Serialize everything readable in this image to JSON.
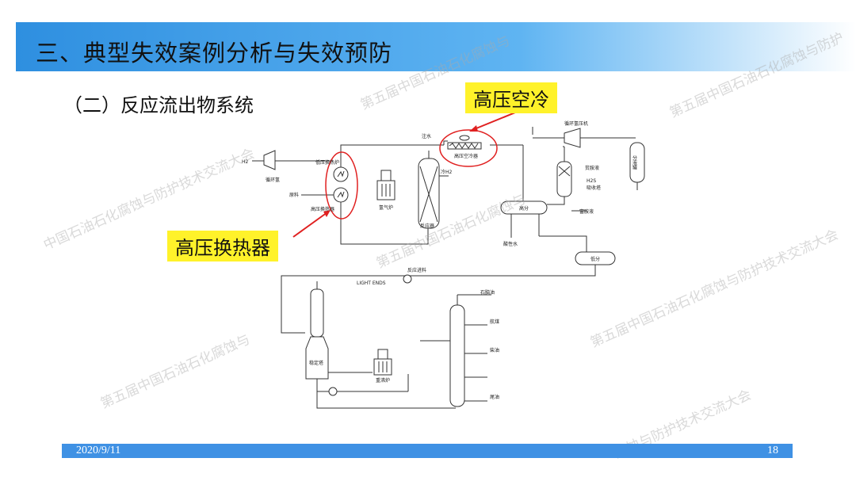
{
  "header": {
    "title": "三、典型失效案例分析与失效预防"
  },
  "subtitle": "（二）反应流出物系统",
  "callouts": {
    "air_cooler": "高压空冷",
    "heat_exchanger": "高压换热器"
  },
  "labels": {
    "h2": "H2",
    "recycle_h2": "循环氢",
    "feed": "原料",
    "low_pressure_furnace": "低压换热炉",
    "hp_exchanger": "高压换热器",
    "hydrogen_furnace": "氢气炉",
    "reactor": "反应器",
    "wash_water": "注水",
    "hp_air_cooler": "高压空冷器",
    "cold_h2": "冷H2",
    "hp_separator": "高分",
    "acid_water": "酸性水",
    "recycle_compressor": "循环氢压机",
    "lean_amine": "贫胺液",
    "h2s": "H2S",
    "absorber": "吸收塔",
    "rich_amine": "富胺液",
    "separator_tank": "分液罐",
    "lp_separator": "低分",
    "reaction_feed": "反应进料",
    "light_ends": "LIGHT ENDS",
    "naphtha": "石脑油",
    "kerosene": "航煤",
    "diesel": "柴油",
    "tail_oil": "尾油",
    "stabilizer": "稳定塔",
    "reboiler_furnace": "重沸炉"
  },
  "watermark": "第五届中国石油石化腐蚀与防护技术交流大会",
  "watermark_fragments": [
    "第五届中国石油石化腐蚀与防护",
    "中国石油石化腐蚀与防护技术交流大会",
    "石化腐蚀与防护技术交流大会",
    "化腐蚀与防护技术交流大会",
    "第五届中国石油石化腐蚀与",
    "中国石油石化腐蚀与防护技术交流大会",
    "腐蚀与防护技术交流大会"
  ],
  "footer": {
    "date": "2020/9/11",
    "page": "18"
  },
  "colors": {
    "header": "#2e8fe0",
    "footer": "#3f91e4",
    "callout": "#fff22a",
    "highlight": "#e02020"
  }
}
